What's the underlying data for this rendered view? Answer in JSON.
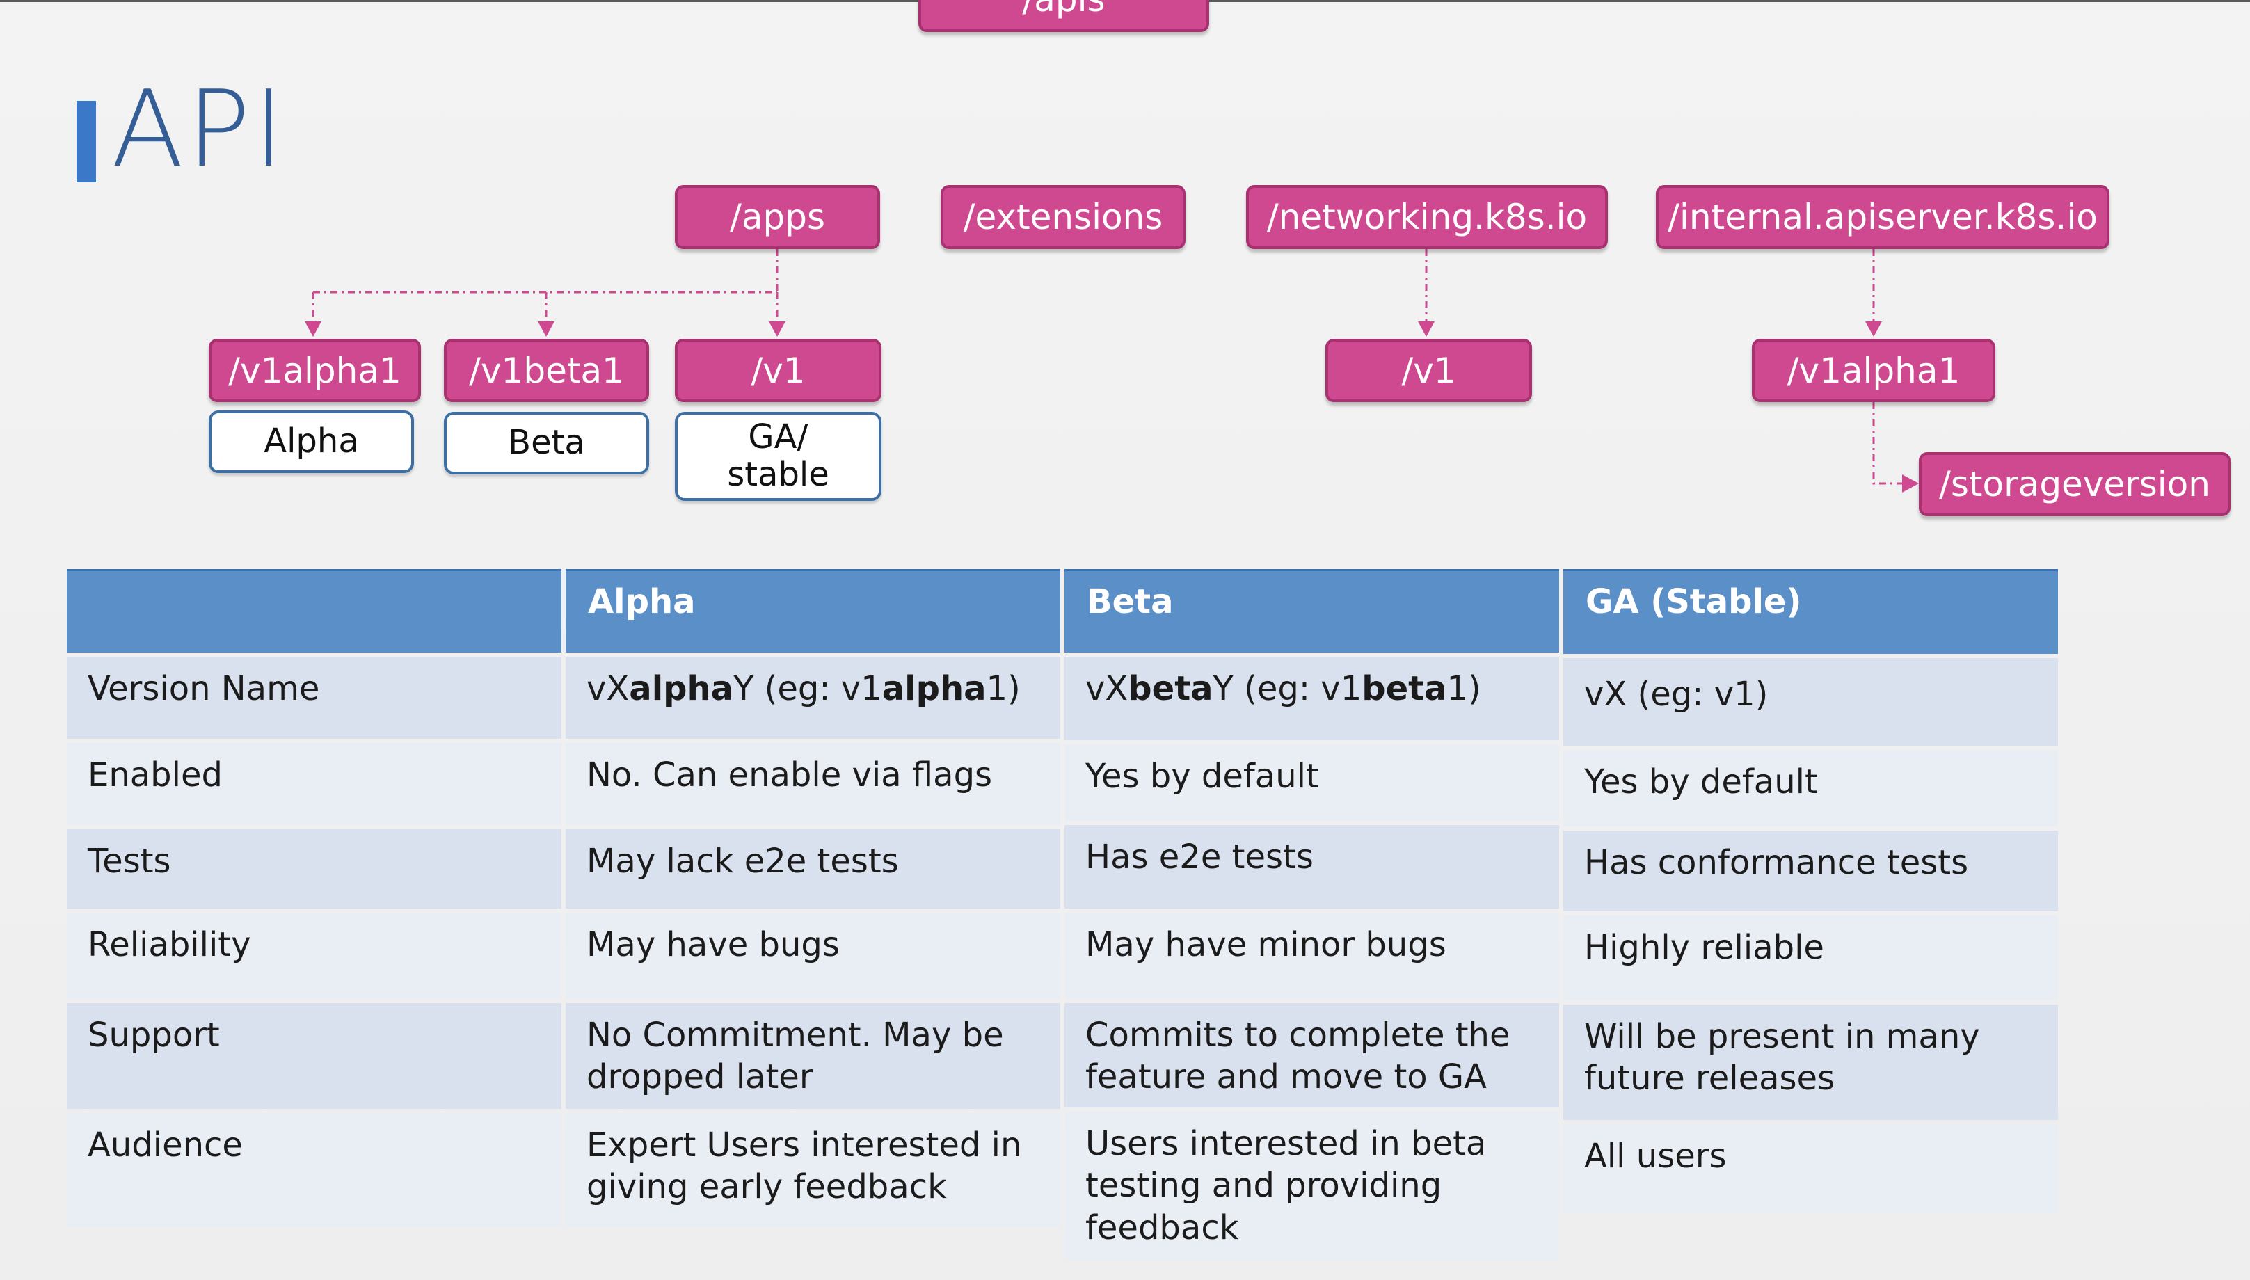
{
  "slide": {
    "title": "API"
  },
  "tree": {
    "root": "/apis",
    "groups": {
      "apps": "/apps",
      "extensions": "/extensions",
      "networking": "/networking.k8s.io",
      "internal": "/internal.apiserver.k8s.io"
    },
    "apps_versions": {
      "alpha": "/v1alpha1",
      "beta": "/v1beta1",
      "v1": "/v1"
    },
    "apps_labels": {
      "alpha": "Alpha",
      "beta": "Beta",
      "ga_line1": "GA/",
      "ga_line2": "stable"
    },
    "networking_version": "/v1",
    "internal_version": "/v1alpha1",
    "internal_resource": "/storageversion"
  },
  "table": {
    "headers": [
      "",
      "Alpha",
      "Beta",
      "GA (Stable)"
    ],
    "rows": {
      "version_name": {
        "label": "Version Name",
        "alpha": [
          "vX",
          "alpha",
          "Y (eg: v1",
          "alpha",
          "1)"
        ],
        "beta": [
          "vX",
          "beta",
          "Y (eg: v1",
          "beta",
          "1)"
        ],
        "ga": "vX (eg: v1)"
      },
      "enabled": {
        "label": "Enabled",
        "alpha": "No. Can enable via flags",
        "beta": "Yes by default",
        "ga": "Yes by default"
      },
      "tests": {
        "label": "Tests",
        "alpha": "May lack e2e tests",
        "beta": "Has e2e tests",
        "ga": "Has conformance tests"
      },
      "reliability": {
        "label": "Reliability",
        "alpha": "May have bugs",
        "beta": "May have minor bugs",
        "ga": "Highly reliable"
      },
      "support": {
        "label": "Support",
        "alpha": [
          "No Commitment. May be",
          "dropped later"
        ],
        "beta": [
          "Commits to complete the",
          "feature and move to GA"
        ],
        "ga": [
          "Will be present in many",
          "future releases"
        ]
      },
      "audience": {
        "label": "Audience",
        "alpha": [
          "Expert Users interested in",
          "giving early feedback"
        ],
        "beta": [
          "Users interested in beta",
          "testing and providing",
          "feedback"
        ],
        "ga": "All users"
      }
    }
  },
  "colors": {
    "node_fill": "#cf4990",
    "node_border": "#a8326f",
    "label_border": "#3d6fa3",
    "header_fill": "#5a8fc8",
    "row_dark": "#d9e1ee",
    "row_light": "#e9edf4",
    "title": "#355e96",
    "title_bar": "#3c78c8"
  }
}
